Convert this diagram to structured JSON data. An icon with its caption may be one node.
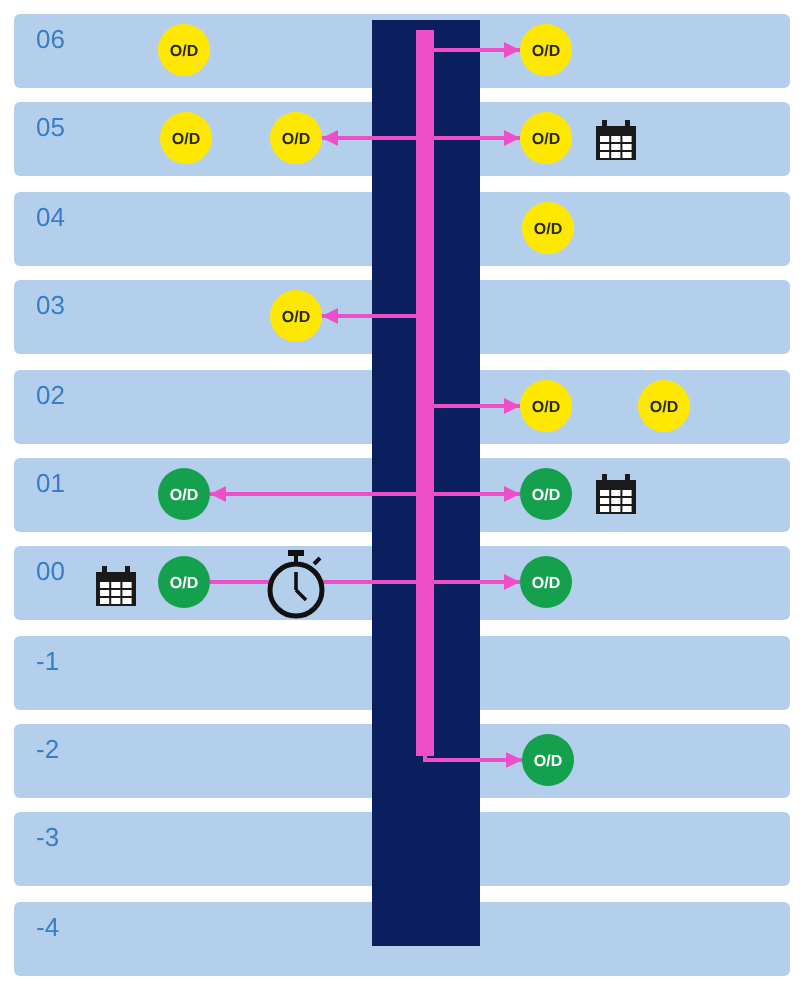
{
  "diagram": {
    "nodes": [
      {
        "text": [
          "06"
        ]
      },
      {
        "text": [
          "O/D"
        ],
        "in": 0
      },
      {
        "text": [
          "O/D"
        ],
        "in": 0
      },
      {
        "text": [
          "05"
        ]
      },
      {
        "text": [
          "O/D"
        ],
        "in": 3
      },
      {
        "text": [
          "O/D"
        ],
        "in": 3
      },
      {
        "text": [
          "O/D"
        ],
        "in": 3
      },
      {
        "text": [
          "04"
        ]
      },
      {
        "text": [
          "O/D"
        ],
        "in": 7
      },
      {
        "text": [
          "03"
        ]
      },
      {
        "text": [
          "O/D"
        ],
        "in": 9
      },
      {
        "text": [
          "02"
        ]
      },
      {
        "text": [
          "O/D"
        ],
        "in": 11
      },
      {
        "text": [
          "O/D"
        ],
        "in": 11
      },
      {
        "text": [
          "01"
        ]
      },
      {
        "text": [
          "O/D"
        ],
        "in": 14
      },
      {
        "text": [
          "O/D"
        ],
        "in": 14
      },
      {
        "text": [
          "00"
        ]
      },
      {
        "text": [
          "O/D"
        ],
        "in": 17
      },
      {
        "text": [
          "O/D"
        ],
        "in": 17
      },
      {
        "text": [
          "-1"
        ]
      },
      {
        "text": [
          "-2"
        ]
      },
      {
        "text": [
          "O/D"
        ],
        "in": 21
      },
      {
        "text": [
          "-3"
        ]
      },
      {
        "text": [
          "-4"
        ]
      },
      {
        "text": [],
        "shape": "bar"
      }
    ],
    "edges": [
      {
        "from": 25,
        "to": 2,
        "arrow": "to"
      },
      {
        "from": 25,
        "to": 5,
        "arrow": "to"
      },
      {
        "from": 25,
        "to": 6,
        "arrow": "to"
      },
      {
        "from": 25,
        "to": 10,
        "arrow": "to"
      },
      {
        "from": 25,
        "to": 12,
        "arrow": "to"
      },
      {
        "from": 25,
        "to": 15,
        "arrow": "to"
      },
      {
        "from": 25,
        "to": 16,
        "arrow": "to"
      },
      {
        "from": 18,
        "to": 19,
        "arrow": "to"
      },
      {
        "from": 25,
        "to": 22,
        "arrow": "to"
      }
    ]
  }
}
